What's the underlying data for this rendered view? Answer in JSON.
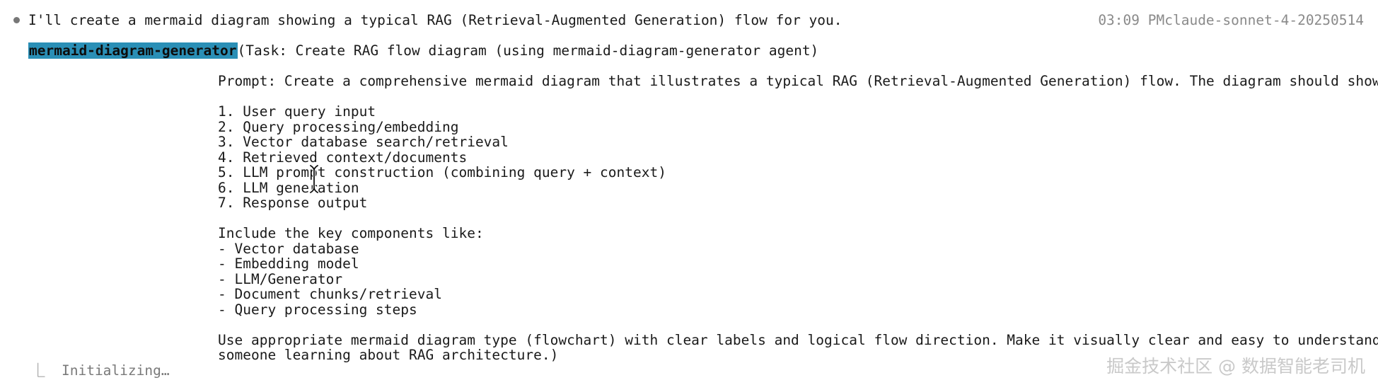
{
  "message": {
    "text": "I'll create a mermaid diagram showing a typical RAG (Retrieval-Augmented Generation) flow for you.",
    "timestamp": "03:09 PM",
    "model": "claude-sonnet-4-20250514"
  },
  "task": {
    "agent": "mermaid-diagram-generator",
    "header": "(Task: Create RAG flow diagram (using mermaid-diagram-generator agent)",
    "prompt_intro": "Prompt: Create a comprehensive mermaid diagram that illustrates a typical RAG (Retrieval-Augmented Generation) flow. The diagram should show:",
    "steps": [
      "1. User query input",
      "2. Query processing/embedding",
      "3. Vector database search/retrieval",
      "4. Retrieved context/documents",
      "5. LLM prompt construction (combining query + context)",
      "6. LLM generation",
      "7. Response output"
    ],
    "components_intro": "Include the key components like:",
    "components": [
      "- Vector database",
      "- Embedding model",
      "- LLM/Generator",
      "- Document chunks/retrieval",
      "- Query processing steps"
    ],
    "closing_line1": "Use appropriate mermaid diagram type (flowchart) with clear labels and logical flow direction. Make it visually clear and easy to understand for",
    "closing_line2": "someone learning about RAG architecture.)"
  },
  "status": {
    "text": "⎿  Initializing…"
  },
  "watermark": "掘金技术社区 @ 数据智能老司机",
  "icons": {
    "bullet": "bullet-dot-icon",
    "cursor": "text-cursor-icon"
  },
  "colors": {
    "agent_highlight": "#2a8fb6",
    "meta_text": "#8a8a8a",
    "status_text": "#7a7a7a"
  }
}
